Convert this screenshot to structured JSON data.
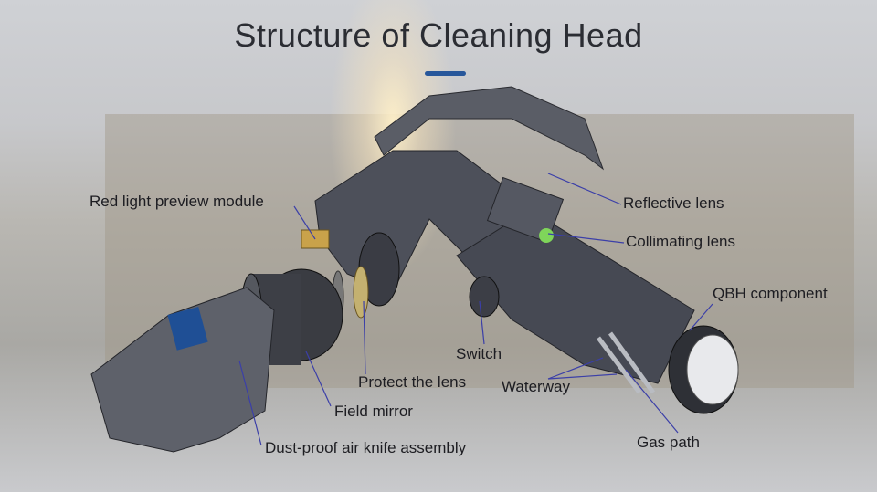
{
  "title": "Structure of Cleaning Head",
  "colors": {
    "accent": "#27579b",
    "leader": "#3b3fa8",
    "body": "#4a4d57"
  },
  "labels": {
    "red_light": "Red light preview module",
    "reflective": "Reflective lens",
    "collimating": "Collimating lens",
    "qbh": "QBH component",
    "switch": "Switch",
    "waterway": "Waterway",
    "protect": "Protect the lens",
    "field_mirror": "Field mirror",
    "dust_proof": "Dust-proof air knife assembly",
    "gas_path": "Gas path"
  }
}
